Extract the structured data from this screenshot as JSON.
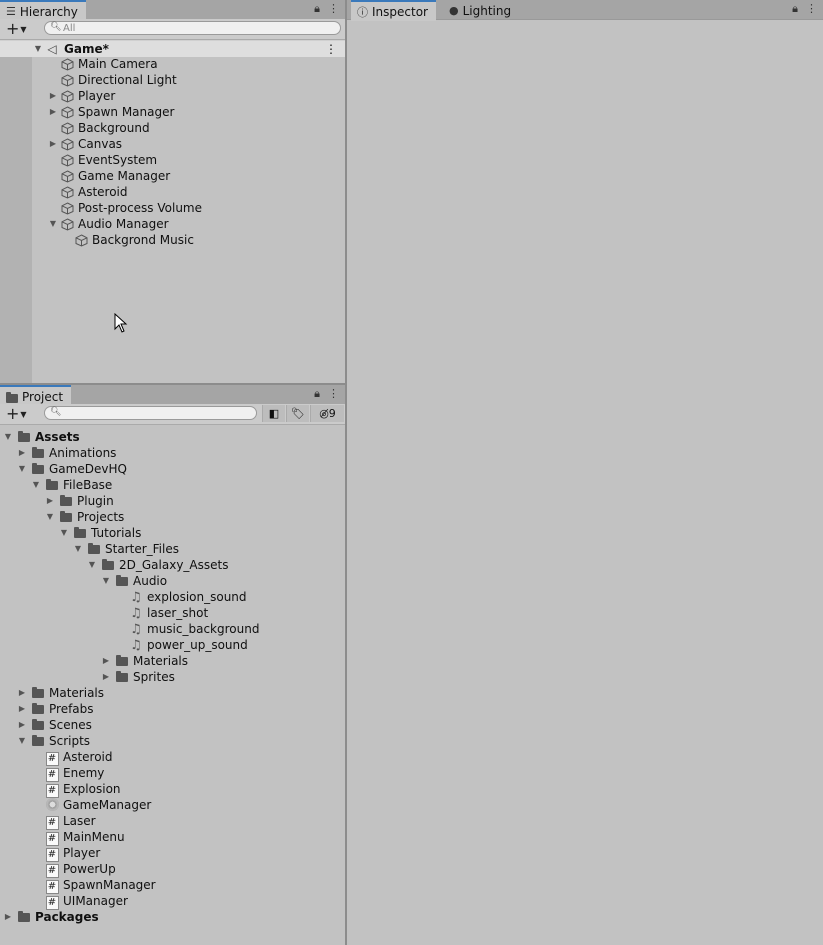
{
  "hierarchy": {
    "tab_label": "Hierarchy",
    "search_placeholder": "All",
    "scene": {
      "label": "Game*"
    },
    "items": [
      {
        "label": "Main Camera",
        "arrow": ""
      },
      {
        "label": "Directional Light",
        "arrow": ""
      },
      {
        "label": "Player",
        "arrow": "▶"
      },
      {
        "label": "Spawn Manager",
        "arrow": "▶"
      },
      {
        "label": "Background",
        "arrow": ""
      },
      {
        "label": "Canvas",
        "arrow": "▶"
      },
      {
        "label": "EventSystem",
        "arrow": ""
      },
      {
        "label": "Game Manager",
        "arrow": ""
      },
      {
        "label": "Asteroid",
        "arrow": ""
      },
      {
        "label": "Post-process Volume",
        "arrow": ""
      },
      {
        "label": "Audio Manager",
        "arrow": "▼"
      },
      {
        "label": "Backgrond Music",
        "arrow": ""
      }
    ]
  },
  "project": {
    "tab_label": "Project",
    "hidden_count": "9",
    "tree": [
      {
        "label": "Assets",
        "arrow": "▼",
        "icon": "folder-open-icon",
        "bold": true
      },
      {
        "label": "Animations",
        "arrow": "▶",
        "icon": "folder-icon"
      },
      {
        "label": "GameDevHQ",
        "arrow": "▼",
        "icon": "folder-open-icon"
      },
      {
        "label": "FileBase",
        "arrow": "▼",
        "icon": "folder-open-icon"
      },
      {
        "label": "Plugin",
        "arrow": "▶",
        "icon": "folder-icon"
      },
      {
        "label": "Projects",
        "arrow": "▼",
        "icon": "folder-open-icon"
      },
      {
        "label": "Tutorials",
        "arrow": "▼",
        "icon": "folder-open-icon"
      },
      {
        "label": "Starter_Files",
        "arrow": "▼",
        "icon": "folder-open-icon"
      },
      {
        "label": "2D_Galaxy_Assets",
        "arrow": "▼",
        "icon": "folder-open-icon"
      },
      {
        "label": "Audio",
        "arrow": "▼",
        "icon": "folder-open-icon"
      },
      {
        "label": "explosion_sound",
        "arrow": "",
        "icon": "audio-clip-icon"
      },
      {
        "label": "laser_shot",
        "arrow": "",
        "icon": "audio-clip-icon"
      },
      {
        "label": "music_background",
        "arrow": "",
        "icon": "audio-clip-icon"
      },
      {
        "label": "power_up_sound",
        "arrow": "",
        "icon": "audio-clip-icon"
      },
      {
        "label": "Materials",
        "arrow": "▶",
        "icon": "folder-icon"
      },
      {
        "label": "Sprites",
        "arrow": "▶",
        "icon": "folder-icon"
      },
      {
        "label": "Materials",
        "arrow": "▶",
        "icon": "folder-icon"
      },
      {
        "label": "Prefabs",
        "arrow": "▶",
        "icon": "folder-icon"
      },
      {
        "label": "Scenes",
        "arrow": "▶",
        "icon": "folder-icon"
      },
      {
        "label": "Scripts",
        "arrow": "▼",
        "icon": "folder-open-icon"
      },
      {
        "label": "Asteroid",
        "arrow": "",
        "icon": "csharp-script-icon"
      },
      {
        "label": "Enemy",
        "arrow": "",
        "icon": "csharp-script-icon"
      },
      {
        "label": "Explosion",
        "arrow": "",
        "icon": "csharp-script-icon"
      },
      {
        "label": "GameManager",
        "arrow": "",
        "icon": "gear-script-icon"
      },
      {
        "label": "Laser",
        "arrow": "",
        "icon": "csharp-script-icon"
      },
      {
        "label": "MainMenu",
        "arrow": "",
        "icon": "csharp-script-icon"
      },
      {
        "label": "Player",
        "arrow": "",
        "icon": "csharp-script-icon"
      },
      {
        "label": "PowerUp",
        "arrow": "",
        "icon": "csharp-script-icon"
      },
      {
        "label": "SpawnManager",
        "arrow": "",
        "icon": "csharp-script-icon"
      },
      {
        "label": "UIManager",
        "arrow": "",
        "icon": "csharp-script-icon"
      },
      {
        "label": "Packages",
        "arrow": "▶",
        "icon": "folder-icon",
        "bold": true
      }
    ]
  },
  "inspector": {
    "tabs": [
      {
        "label": "Inspector",
        "icon": "info-icon",
        "active": true
      },
      {
        "label": "Lighting",
        "icon": "lightbulb-icon",
        "active": false
      }
    ]
  },
  "colors": {
    "accent": "#3a79bb",
    "panel": "#c2c2c2",
    "selected_row": "#dedede"
  }
}
